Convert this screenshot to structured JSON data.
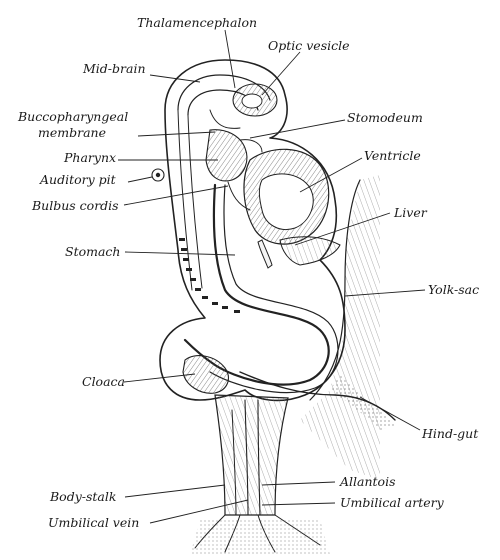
{
  "figure": {
    "labels": {
      "thalamencephalon": "Thalamencephalon",
      "optic_vesicle": "Optic vesicle",
      "mid_brain": "Mid-brain",
      "buccopharyngeal_1": "Buccopharyngeal",
      "buccopharyngeal_2": "membrane",
      "stomodeum": "Stomodeum",
      "pharynx": "Pharynx",
      "ventricle": "Ventricle",
      "auditory_pit": "Auditory pit",
      "bulbus_cordis": "Bulbus cordis",
      "liver": "Liver",
      "stomach": "Stomach",
      "yolk_sac": "Yolk-sac",
      "cloaca": "Cloaca",
      "hind_gut": "Hind-gut",
      "allantois": "Allantois",
      "body_stalk": "Body-stalk",
      "umbilical_artery": "Umbilical artery",
      "umbilical_vein": "Umbilical vein"
    },
    "ink_color": "#222222",
    "shade_color": "#cfcfcf"
  }
}
